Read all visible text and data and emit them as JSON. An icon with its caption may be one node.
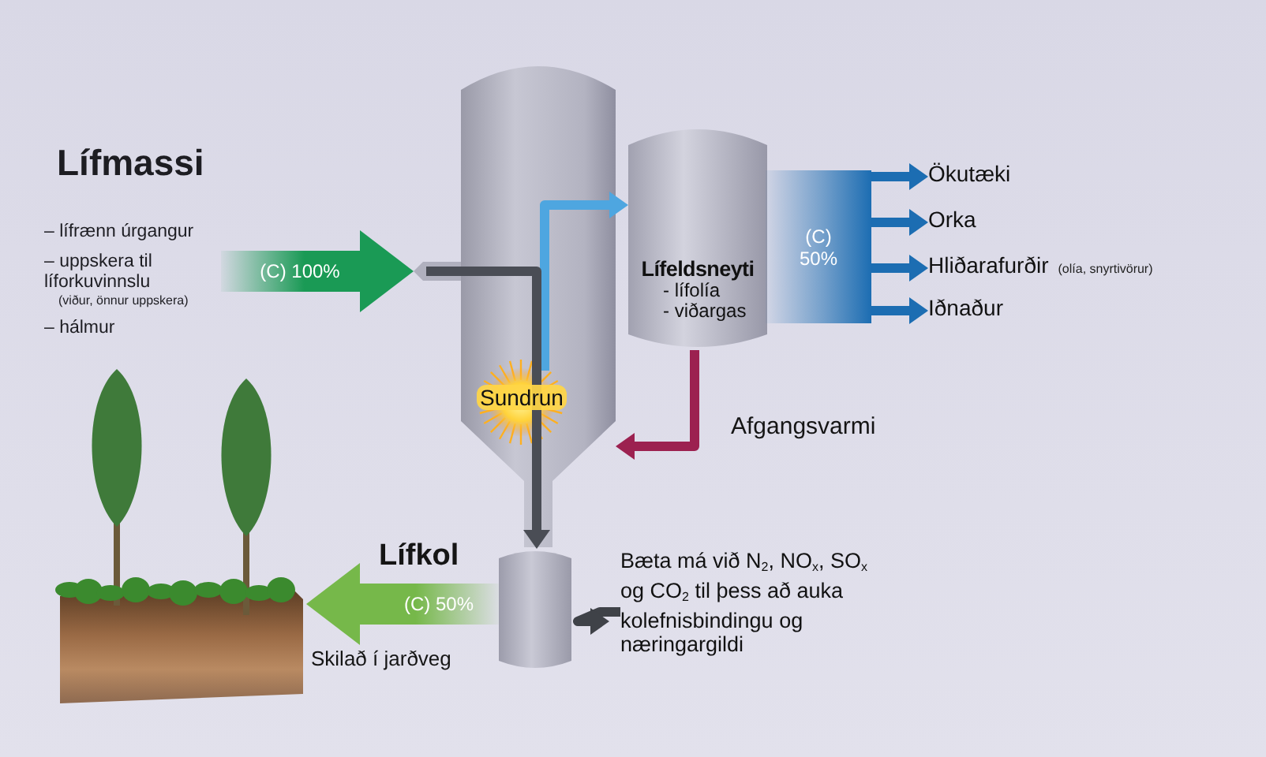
{
  "diagram": {
    "nodes": [
      {
        "text": [
          "Lífmassi",
          "– lífrænn úrgangur",
          "– uppskera til líforkuvinnslu",
          "(viður, önnur uppskera)",
          "– hálmur"
        ]
      },
      {
        "text": [
          "Sundrun"
        ]
      },
      {
        "text": [
          "Lífeldsneyti",
          "- lífolía",
          "- viðargas"
        ]
      },
      {
        "text": [
          "(C) 50%"
        ]
      },
      {
        "text": [
          "Ökutæki"
        ]
      },
      {
        "text": [
          "Orka"
        ]
      },
      {
        "text": [
          "Hliðarafurðir"
        ],
        "beside": [
          "(olía, snyrtivörur)"
        ]
      },
      {
        "text": [
          "Iðnaður"
        ]
      },
      {
        "text": [],
        "shape": "cylinder"
      },
      {
        "text": [],
        "shape": "picture"
      },
      {
        "text": [
          "Bæta má við N$_{2}$, NO$_{x}$, SO$_{x}$ og CO$_{2}$ til þess að auka kolefnisbindingu og næringargildi"
        ]
      }
    ],
    "edges": [
      {
        "from": 0,
        "to": 1,
        "arrow": "to",
        "label": "(C) 100%",
        "style": "thick",
        "color": "#1a9a55"
      },
      {
        "from": 1,
        "to": 2,
        "arrow": "to",
        "color": "#4ea6e0"
      },
      {
        "from": 2,
        "to": 1,
        "arrow": "to",
        "color": "#9c2150"
      },
      {
        "from": 1,
        "to": 8,
        "arrow": "to",
        "color": "#4a4d55"
      },
      {
        "from": 8,
        "to": 9,
        "arrow": "to",
        "label": "(C) 50%",
        "style": "thick",
        "color": "#76b84a"
      },
      {
        "from": 3,
        "to": 4,
        "arrow": "to",
        "color": "#1c6db2"
      },
      {
        "from": 3,
        "to": 5,
        "arrow": "to",
        "color": "#1c6db2"
      },
      {
        "from": 3,
        "to": 6,
        "arrow": "to",
        "color": "#1c6db2"
      },
      {
        "from": 3,
        "to": 7,
        "arrow": "to",
        "color": "#1c6db2"
      },
      {
        "from": 10,
        "to": 8,
        "arrow": "to",
        "color": "#3f4248"
      }
    ],
    "labels": [
      "Lífkol",
      "Skilað í jarðveg",
      "Afgangsvarmi"
    ]
  }
}
